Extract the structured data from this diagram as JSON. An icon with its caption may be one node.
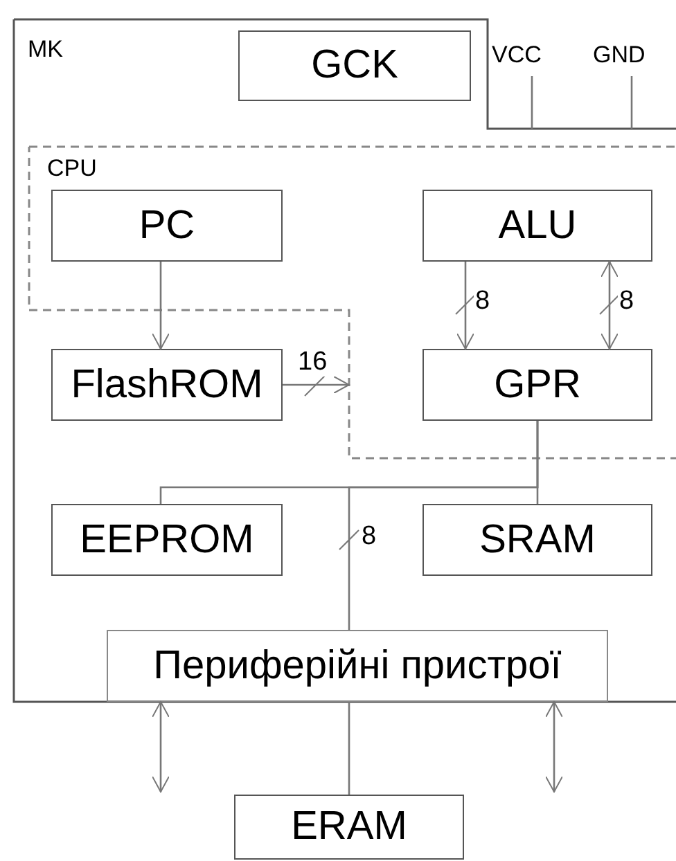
{
  "diagram": {
    "nodes": [
      {
        "text": [
          "MK"
        ]
      },
      {
        "text": [
          "GCK"
        ],
        "in": 0
      },
      {
        "text": [
          "VCC"
        ]
      },
      {
        "text": [
          "GND"
        ]
      },
      {
        "text": [
          "CPU"
        ],
        "in": 0
      },
      {
        "text": [
          "PC"
        ],
        "in": 4
      },
      {
        "text": [
          "ALU"
        ],
        "in": 4
      },
      {
        "text": [
          "FlashROM"
        ],
        "in": 0
      },
      {
        "text": [
          "GPR"
        ],
        "in": 4
      },
      {
        "text": [
          "EEPROM"
        ],
        "in": 0
      },
      {
        "text": [
          "SRAM"
        ],
        "in": 0
      },
      {
        "text": [
          "Периферійні пристрої"
        ],
        "in": 0
      },
      {
        "text": [
          "ERAM"
        ]
      }
    ],
    "edges": [
      {
        "from": 5,
        "to": 7,
        "arrow": "to"
      },
      {
        "from": 7,
        "to": 4,
        "arrow": "to",
        "label": "16"
      },
      {
        "from": 6,
        "to": 8,
        "arrow": "to",
        "label": "8"
      },
      {
        "from": 6,
        "to": 8,
        "arrow": "both",
        "label": "8"
      },
      {
        "from": 8,
        "to": 9,
        "arrow": "none"
      },
      {
        "from": 8,
        "to": 10,
        "arrow": "none"
      },
      {
        "from": 8,
        "to": 11,
        "arrow": "none",
        "label": "8"
      },
      {
        "from": 11,
        "to": 12,
        "arrow": "none"
      },
      {
        "from": 11,
        "to": null,
        "arrow": "both"
      },
      {
        "from": 11,
        "to": null,
        "arrow": "both"
      },
      {
        "from": 2,
        "to": 0,
        "arrow": "none"
      },
      {
        "from": 3,
        "to": 0,
        "arrow": "none"
      }
    ]
  }
}
